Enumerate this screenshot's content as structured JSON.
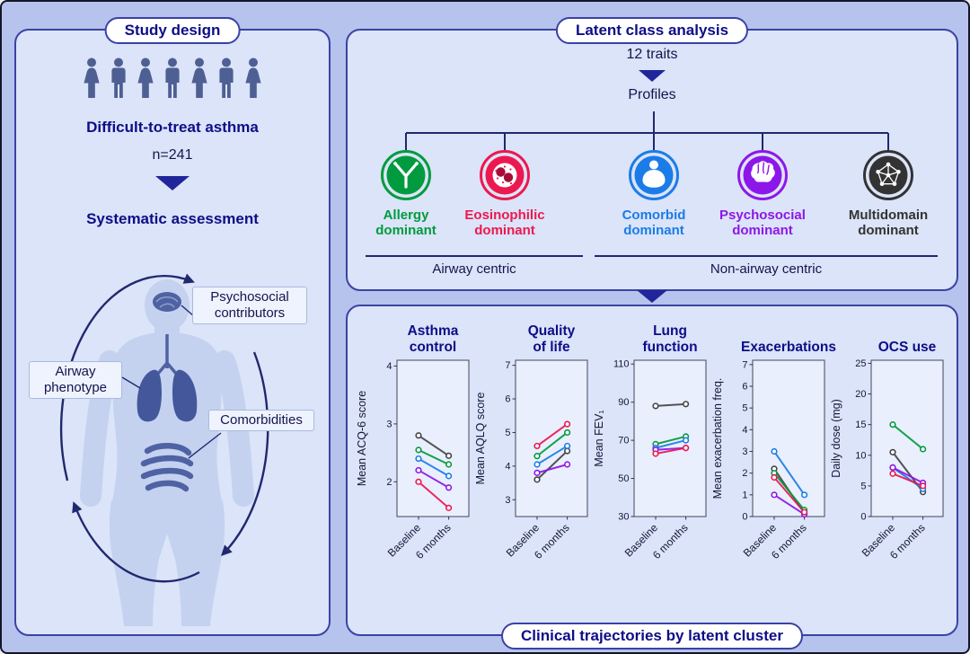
{
  "study_design": {
    "title": "Study design",
    "cohort": "Difficult-to-treat asthma",
    "sample_size": "n=241",
    "assessment": "Systematic assessment",
    "psychosocial_label": "Psychosocial\ncontributors",
    "airway_label": "Airway\nphenotype",
    "comorbidities_label": "Comorbidities"
  },
  "latent_class": {
    "title": "Latent class analysis",
    "traits": "12 traits",
    "profiles": "Profiles",
    "clusters": [
      {
        "name": "Allergy dominant",
        "label_lines": "Allergy\ndominant",
        "color": "#009b3e",
        "icon": "antibody-icon"
      },
      {
        "name": "Eosinophilic dominant",
        "label_lines": "Eosinophilic\ndominant",
        "color": "#ec1850",
        "icon": "eosinophil-icon"
      },
      {
        "name": "Comorbid dominant",
        "label_lines": "Comorbid\ndominant",
        "color": "#1b7ce8",
        "icon": "person-icon"
      },
      {
        "name": "Psychosocial dominant",
        "label_lines": "Psychosocial\ndominant",
        "color": "#8d17e8",
        "icon": "brain-icon"
      },
      {
        "name": "Multidomain dominant",
        "label_lines": "Multidomain\ndominant",
        "color": "#333333",
        "icon": "network-icon"
      }
    ],
    "groups": [
      {
        "label": "Airway centric"
      },
      {
        "label": "Non-airway centric"
      }
    ]
  },
  "trajectories": {
    "title": "Clinical trajectories by latent cluster"
  },
  "colors": {
    "background": "#b6c3ec",
    "panel": "#dbe4f8",
    "panel_border": "#3b42a5",
    "navy_text": "#0d0d87",
    "arrow": "#20269a",
    "plot_bg": "#e9effc"
  },
  "chart_data": [
    {
      "type": "line",
      "title": "Asthma\ncontrol",
      "ylabel": "Mean ACQ-6 score",
      "categories": [
        "Baseline",
        "6 months"
      ],
      "ylim": [
        1.4,
        4.1
      ],
      "yticks": [
        2,
        3,
        4
      ],
      "series": [
        {
          "name": "Multidomain dominant",
          "color": "#454545",
          "values": [
            2.8,
            2.45
          ]
        },
        {
          "name": "Allergy dominant",
          "color": "#009b3e",
          "values": [
            2.55,
            2.3
          ]
        },
        {
          "name": "Comorbid dominant",
          "color": "#1b7ce8",
          "values": [
            2.4,
            2.1
          ]
        },
        {
          "name": "Psychosocial dominant",
          "color": "#8d17e8",
          "values": [
            2.2,
            1.9
          ]
        },
        {
          "name": "Eosinophilic dominant",
          "color": "#ec1850",
          "values": [
            2.0,
            1.55
          ]
        }
      ]
    },
    {
      "type": "line",
      "title": "Quality\nof life",
      "ylabel": "Mean AQLQ score",
      "categories": [
        "Baseline",
        "6 months"
      ],
      "ylim": [
        2.5,
        7.15
      ],
      "yticks": [
        3,
        4,
        5,
        6,
        7
      ],
      "series": [
        {
          "name": "Multidomain dominant",
          "color": "#454545",
          "values": [
            3.6,
            4.45
          ]
        },
        {
          "name": "Allergy dominant",
          "color": "#009b3e",
          "values": [
            4.3,
            5.0
          ]
        },
        {
          "name": "Comorbid dominant",
          "color": "#1b7ce8",
          "values": [
            4.05,
            4.6
          ]
        },
        {
          "name": "Psychosocial dominant",
          "color": "#8d17e8",
          "values": [
            3.8,
            4.05
          ]
        },
        {
          "name": "Eosinophilic dominant",
          "color": "#ec1850",
          "values": [
            4.6,
            5.25
          ]
        }
      ]
    },
    {
      "type": "line",
      "title": "Lung\nfunction",
      "ylabel": "Mean FEV₁",
      "categories": [
        "Baseline",
        "6 months"
      ],
      "ylim": [
        30,
        112
      ],
      "yticks": [
        30,
        50,
        70,
        90,
        110
      ],
      "series": [
        {
          "name": "Multidomain dominant",
          "color": "#454545",
          "values": [
            88,
            89
          ]
        },
        {
          "name": "Allergy dominant",
          "color": "#009b3e",
          "values": [
            68,
            72
          ]
        },
        {
          "name": "Comorbid dominant",
          "color": "#1b7ce8",
          "values": [
            66,
            70
          ]
        },
        {
          "name": "Psychosocial dominant",
          "color": "#8d17e8",
          "values": [
            65,
            66
          ]
        },
        {
          "name": "Eosinophilic dominant",
          "color": "#ec1850",
          "values": [
            63,
            66
          ]
        }
      ]
    },
    {
      "type": "line",
      "title": "Exacerbations",
      "ylabel": "Mean exacerbation freq.",
      "categories": [
        "Baseline",
        "6 months"
      ],
      "ylim": [
        0,
        7.2
      ],
      "yticks": [
        0,
        1,
        2,
        3,
        4,
        5,
        6,
        7
      ],
      "series": [
        {
          "name": "Multidomain dominant",
          "color": "#454545",
          "values": [
            2.2,
            0.15
          ]
        },
        {
          "name": "Allergy dominant",
          "color": "#009b3e",
          "values": [
            2.0,
            0.3
          ]
        },
        {
          "name": "Comorbid dominant",
          "color": "#1b7ce8",
          "values": [
            3.0,
            1.0
          ]
        },
        {
          "name": "Psychosocial dominant",
          "color": "#8d17e8",
          "values": [
            1.0,
            0.1
          ]
        },
        {
          "name": "Eosinophilic dominant",
          "color": "#ec1850",
          "values": [
            1.8,
            0.2
          ]
        }
      ]
    },
    {
      "type": "line",
      "title": "OCS use",
      "ylabel": "Daily dose (mg)",
      "categories": [
        "Baseline",
        "6 months"
      ],
      "ylim": [
        0,
        25.5
      ],
      "yticks": [
        0,
        5,
        10,
        15,
        20,
        25
      ],
      "series": [
        {
          "name": "Multidomain dominant",
          "color": "#454545",
          "values": [
            10.5,
            4.0
          ]
        },
        {
          "name": "Allergy dominant",
          "color": "#009b3e",
          "values": [
            15.0,
            11.0
          ]
        },
        {
          "name": "Comorbid dominant",
          "color": "#1b7ce8",
          "values": [
            8.0,
            4.5
          ]
        },
        {
          "name": "Psychosocial dominant",
          "color": "#8d17e8",
          "values": [
            8.0,
            5.5
          ]
        },
        {
          "name": "Eosinophilic dominant",
          "color": "#ec1850",
          "values": [
            7.0,
            5.0
          ]
        }
      ]
    }
  ]
}
